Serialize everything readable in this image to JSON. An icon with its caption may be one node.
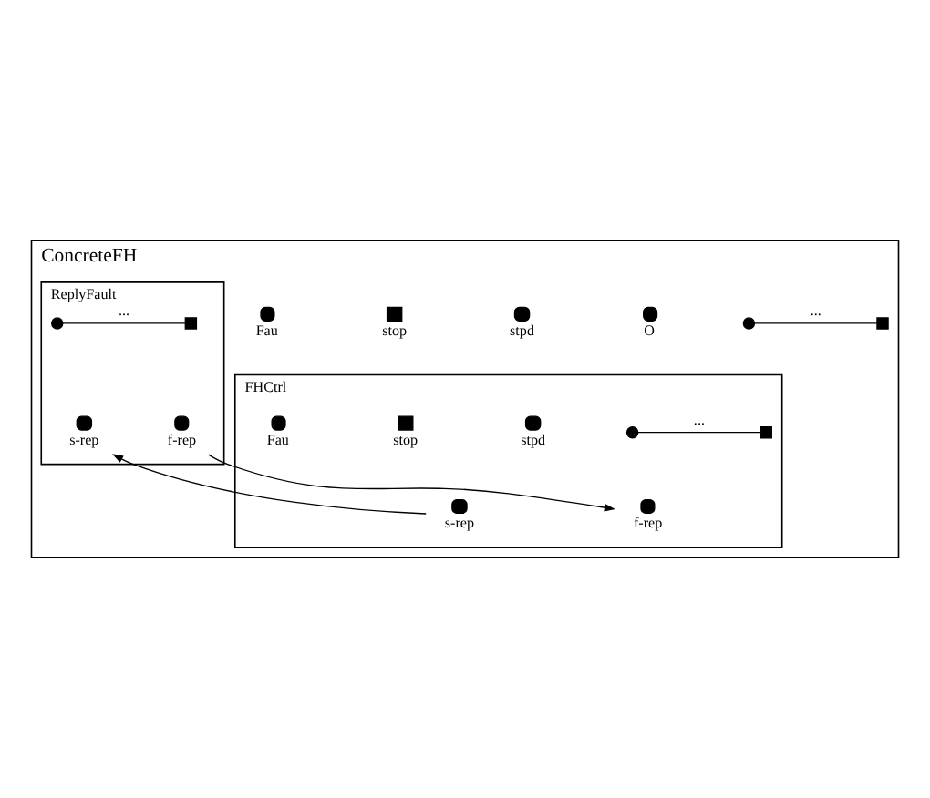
{
  "diagram": {
    "nodes": [
      {
        "text": [
          "ConcreteFH"
        ]
      },
      {
        "text": [],
        "shape": "circle",
        "beside": [
          "Fau"
        ],
        "in": 0
      },
      {
        "text": [],
        "shape": "box",
        "beside": [
          "stop"
        ],
        "in": 0
      },
      {
        "text": [],
        "shape": "circle",
        "beside": [
          "stpd"
        ],
        "in": 0
      },
      {
        "text": [],
        "shape": "circle",
        "beside": [
          "O"
        ],
        "in": 0
      },
      {
        "text": [],
        "shape": "circle",
        "in": 0
      },
      {
        "text": [],
        "shape": "box",
        "in": 0
      },
      {
        "text": [
          "FHCtrl"
        ],
        "in": 0
      },
      {
        "text": [],
        "shape": "circle",
        "beside": [
          "Fau"
        ],
        "in": 7
      },
      {
        "text": [],
        "shape": "box",
        "beside": [
          "stop"
        ],
        "in": 7
      },
      {
        "text": [],
        "shape": "circle",
        "beside": [
          "stpd"
        ],
        "in": 7
      },
      {
        "text": [],
        "shape": "circle",
        "in": 7
      },
      {
        "text": [],
        "shape": "box",
        "in": 7
      },
      {
        "text": [],
        "shape": "circle",
        "beside": [
          "s-rep"
        ],
        "in": 7
      },
      {
        "text": [],
        "shape": "circle",
        "beside": [
          "f-rep"
        ],
        "in": 7
      },
      {
        "text": [
          "ReplyFault"
        ],
        "in": 0
      },
      {
        "text": [],
        "shape": "circle",
        "beside": [
          "s-rep"
        ],
        "in": 15
      },
      {
        "text": [],
        "shape": "circle",
        "beside": [
          "f-rep"
        ],
        "in": 15
      },
      {
        "text": [],
        "shape": "circle",
        "in": 15
      },
      {
        "text": [],
        "shape": "box",
        "in": 15
      }
    ],
    "edges": [
      {
        "from": 5,
        "to": 6,
        "arrow": "none",
        "label": "..."
      },
      {
        "from": 11,
        "to": 12,
        "arrow": "none",
        "label": "..."
      },
      {
        "from": 18,
        "to": 19,
        "arrow": "none",
        "label": "..."
      },
      {
        "from": 13,
        "to": 16,
        "arrow": "to"
      },
      {
        "from": 17,
        "to": 14,
        "arrow": "to"
      }
    ]
  }
}
